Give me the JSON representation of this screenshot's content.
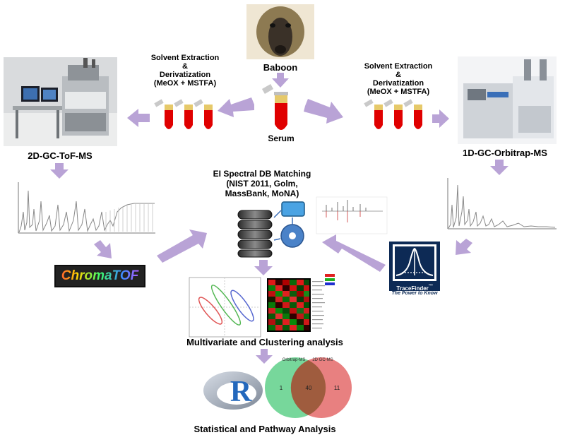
{
  "sample": {
    "animal_label": "Baboon",
    "matrix_label": "Serum"
  },
  "prep": {
    "left": {
      "line1": "Solvent Extraction",
      "line2": "&",
      "line3": "Derivatization",
      "line4": "(MeOX + MSTFA)"
    },
    "right": {
      "line1": "Solvent Extraction",
      "line2": "&",
      "line3": "Derivatization",
      "line4": "(MeOX + MSTFA)"
    }
  },
  "instruments": {
    "left_label": "2D-GC-ToF-MS",
    "right_label": "1D-GC-Orbitrap-MS"
  },
  "software": {
    "left_logo_text": "ChromaTOF",
    "right_logo_main": "TraceFinder",
    "right_logo_tm": "TM",
    "right_logo_tagline": "The Power to Know"
  },
  "matching": {
    "line1": "EI Spectral DB Matching",
    "line2": "(NIST 2011, Golm,",
    "line3": "MassBank, MoNA)"
  },
  "analysis": {
    "multivariate_label": "Multivariate and Clustering analysis",
    "statistical_label": "Statistical and Pathway Analysis",
    "r_logo_text": "R"
  },
  "venn": {
    "left_set": "Orbitrap-MS",
    "right_set": "2D GC-MS",
    "left_only": "1",
    "overlap": "40",
    "right_only": "11"
  },
  "colors": {
    "arrow": "#b9a3d6",
    "tube_red": "#e00000",
    "tube_cap": "#e6c96a",
    "venn_green": "#5fd08a",
    "venn_red": "#e05555"
  }
}
